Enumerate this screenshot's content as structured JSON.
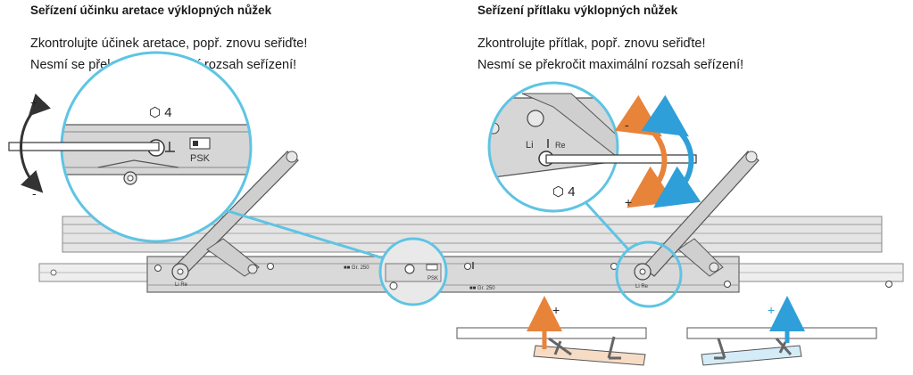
{
  "left": {
    "heading": "Seřízení účinku aretace výklopných nůžek",
    "line1": "Zkontrolujte účinek aretace, popř. znovu seřiďte!",
    "line2": "Nesmí se překročit maximální rozsah seřízení!",
    "tool_size": "⬡ 4",
    "plus": "+",
    "minus": "-",
    "psk_label": "PSK"
  },
  "right": {
    "heading": "Seřízení přítlaku výklopných nůžek",
    "line1": "Zkontrolujte přítlak, popř. znovu seřiďte!",
    "line2": "Nesmí se překročit maximální rozsah seřízení!",
    "tool_size": "⬡ 4",
    "li_label": "Li",
    "re_label": "Re",
    "orange_minus": "-",
    "orange_plus": "+",
    "blue_plus": "+",
    "blue_minus": "-"
  },
  "bottom": {
    "orange_plus": "+",
    "blue_plus": "+"
  },
  "colors": {
    "zoom_circle": "#5fc4e3",
    "orange": "#e8833a",
    "blue": "#2e9fd8",
    "orange_fill": "#f7dcc5",
    "blue_fill": "#d4ecf7",
    "metal": "#c9c9c9",
    "metal_dark": "#9a9a9a"
  }
}
